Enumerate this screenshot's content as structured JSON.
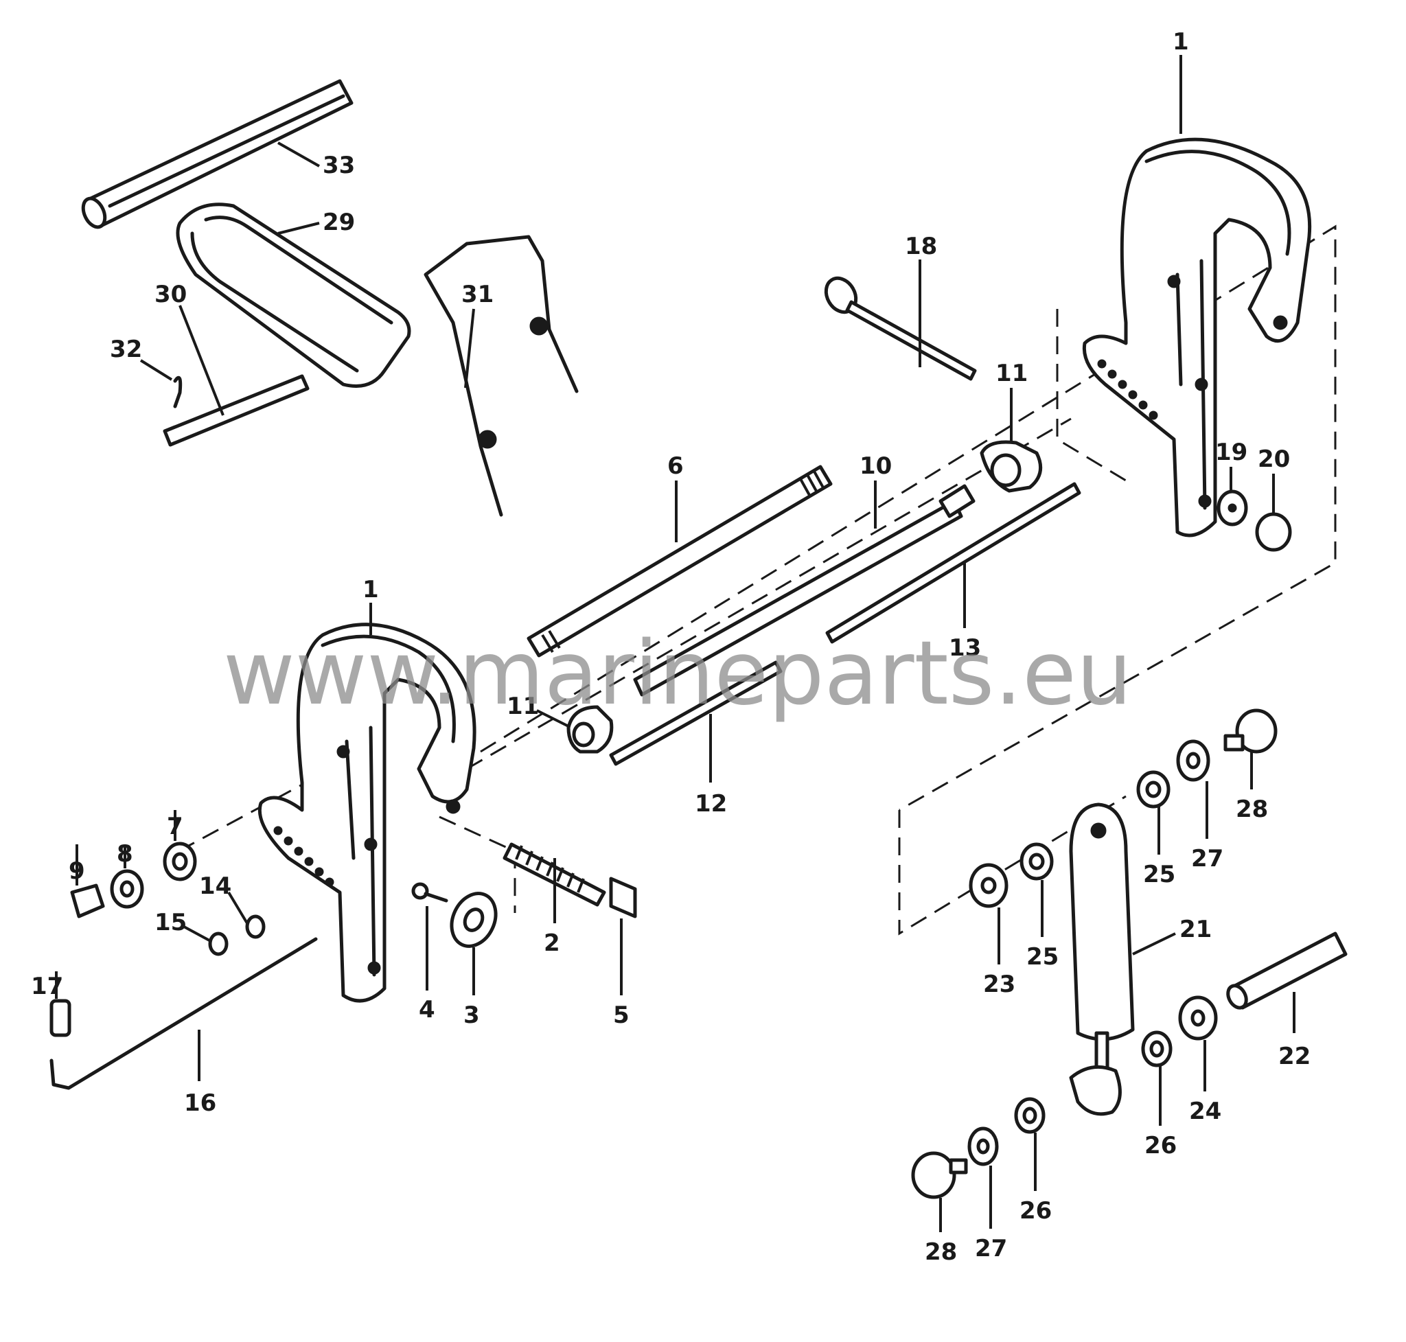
{
  "watermark": "www.marineparts.eu",
  "callouts": [
    {
      "id": "c1a",
      "label": "1"
    },
    {
      "id": "c1b",
      "label": "1"
    },
    {
      "id": "c2",
      "label": "2"
    },
    {
      "id": "c3",
      "label": "3"
    },
    {
      "id": "c4",
      "label": "4"
    },
    {
      "id": "c5",
      "label": "5"
    },
    {
      "id": "c6",
      "label": "6"
    },
    {
      "id": "c7",
      "label": "7"
    },
    {
      "id": "c8",
      "label": "8"
    },
    {
      "id": "c9",
      "label": "9"
    },
    {
      "id": "c10",
      "label": "10"
    },
    {
      "id": "c11a",
      "label": "11"
    },
    {
      "id": "c11b",
      "label": "11"
    },
    {
      "id": "c12",
      "label": "12"
    },
    {
      "id": "c13",
      "label": "13"
    },
    {
      "id": "c14",
      "label": "14"
    },
    {
      "id": "c15",
      "label": "15"
    },
    {
      "id": "c16",
      "label": "16"
    },
    {
      "id": "c17",
      "label": "17"
    },
    {
      "id": "c18",
      "label": "18"
    },
    {
      "id": "c19",
      "label": "19"
    },
    {
      "id": "c20",
      "label": "20"
    },
    {
      "id": "c21",
      "label": "21"
    },
    {
      "id": "c22",
      "label": "22"
    },
    {
      "id": "c23",
      "label": "23"
    },
    {
      "id": "c24",
      "label": "24"
    },
    {
      "id": "c25a",
      "label": "25"
    },
    {
      "id": "c25b",
      "label": "25"
    },
    {
      "id": "c26a",
      "label": "26"
    },
    {
      "id": "c26b",
      "label": "26"
    },
    {
      "id": "c27a",
      "label": "27"
    },
    {
      "id": "c27b",
      "label": "27"
    },
    {
      "id": "c28a",
      "label": "28"
    },
    {
      "id": "c28b",
      "label": "28"
    },
    {
      "id": "c29",
      "label": "29"
    },
    {
      "id": "c30",
      "label": "30"
    },
    {
      "id": "c31",
      "label": "31"
    },
    {
      "id": "c32",
      "label": "32"
    },
    {
      "id": "c33",
      "label": "33"
    }
  ]
}
